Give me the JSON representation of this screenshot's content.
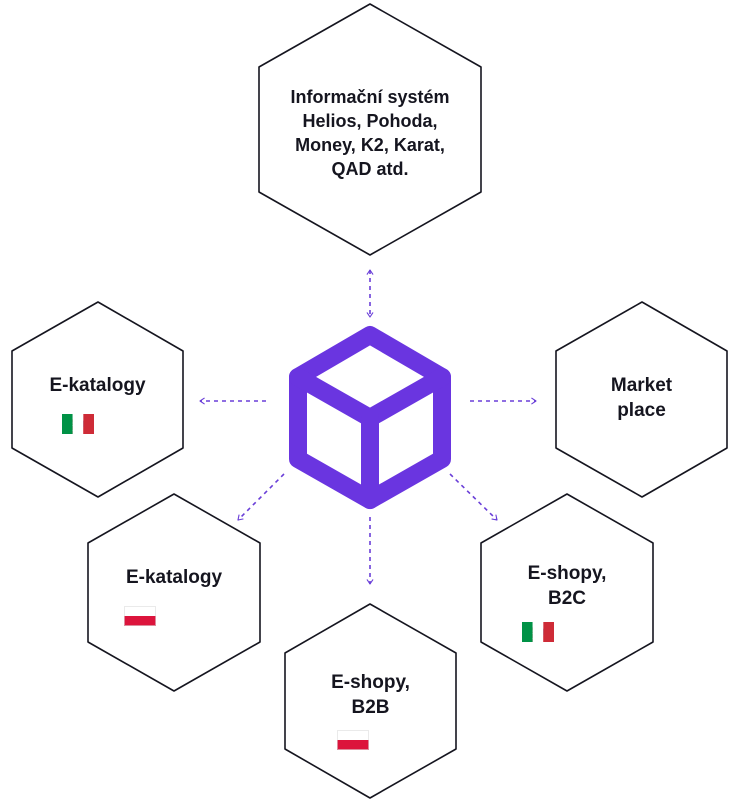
{
  "center": {
    "icon": "cube-icon",
    "color": "#6a35e0"
  },
  "connector_color": "#6a3fd8",
  "nodes": {
    "info_system": {
      "label": "Informační systém\nHelios, Pohoda,\nMoney, K2, Karat,\nQAD atd.",
      "flags": []
    },
    "ekatalogy_1": {
      "label": "E-katalogy",
      "flags": [
        "slovakia-flag-icon",
        "italy-flag-icon"
      ]
    },
    "marketplace": {
      "label": "Market\nplace",
      "flags": []
    },
    "ekatalogy_2": {
      "label": "E-katalogy",
      "flags": [
        "germany-flag-icon",
        "uk-flag-icon",
        "poland-flag-icon"
      ]
    },
    "eshopy_b2c": {
      "label": "E-shopy,\nB2C",
      "flags": [
        "uk-flag-icon",
        "slovakia-flag-icon",
        "italy-flag-icon"
      ]
    },
    "eshopy_b2b": {
      "label": "E-shopy,\nB2B",
      "flags": [
        "uk-flag-icon",
        "poland-flag-icon"
      ]
    }
  }
}
